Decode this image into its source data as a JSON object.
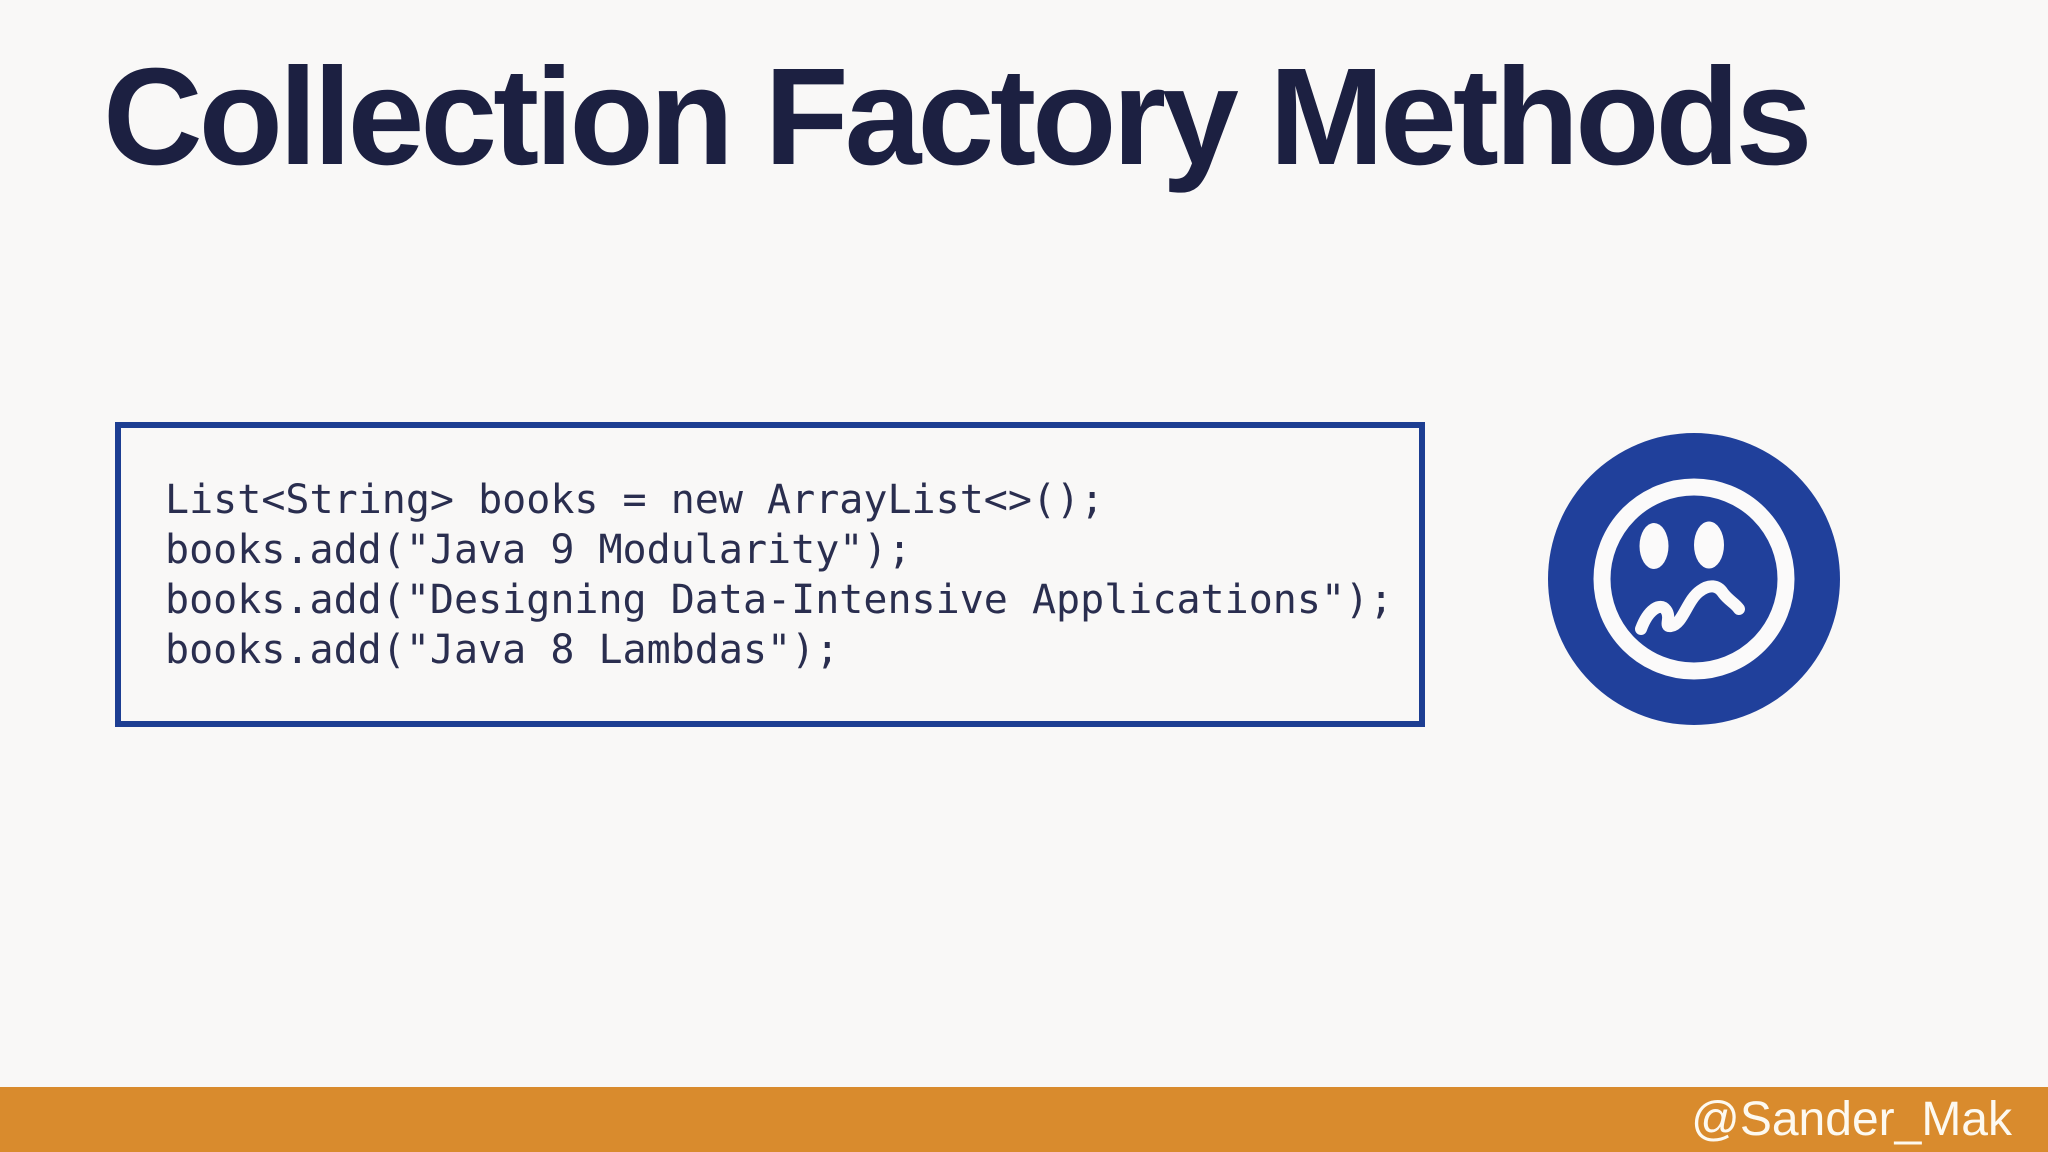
{
  "slide": {
    "title": "Collection Factory Methods",
    "code": {
      "lines": [
        "List<String> books = new ArrayList<>();",
        "books.add(\"Java 9 Modularity\");",
        "books.add(\"Designing Data-Intensive Applications\");",
        "books.add(\"Java 8 Lambdas\");"
      ]
    },
    "icon": {
      "name": "confused-smiley-icon"
    },
    "footer": {
      "handle": "@Sander_Mak"
    },
    "colors": {
      "background": "#f9f8f7",
      "title_text": "#1c2041",
      "code_border": "#1d3e92",
      "code_text": "#2a2e4f",
      "icon_blue": "#20409b",
      "footer_background": "#d98b2d",
      "footer_text": "#fdf9f0"
    }
  }
}
